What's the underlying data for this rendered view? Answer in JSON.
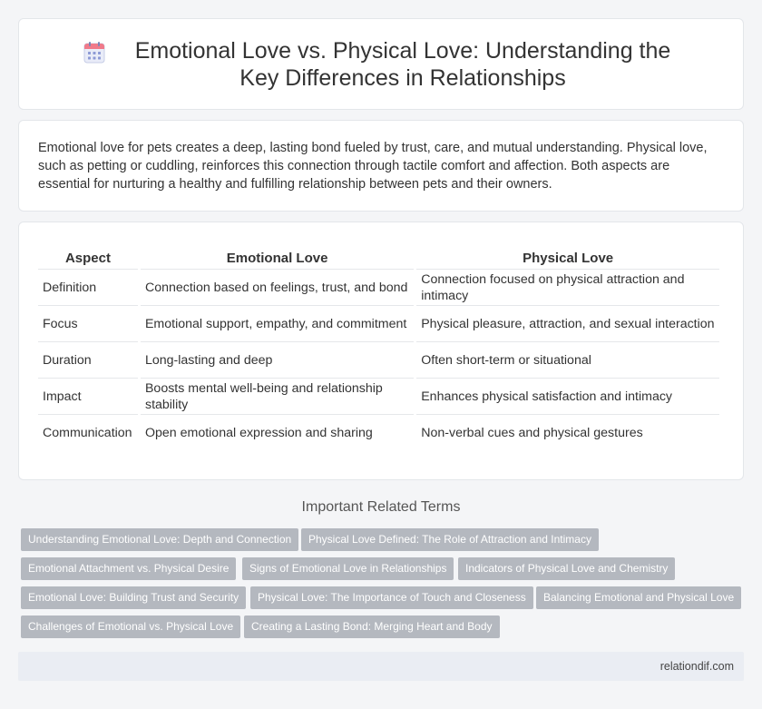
{
  "header": {
    "title": "Emotional Love vs. Physical Love: Understanding the Key Differences in Relationships",
    "icon": "calendar-icon"
  },
  "intro": {
    "text": "Emotional love for pets creates a deep, lasting bond fueled by trust, care, and mutual understanding. Physical love, such as petting or cuddling, reinforces this connection through tactile comfort and affection. Both aspects are essential for nurturing a healthy and fulfilling relationship between pets and their owners."
  },
  "table": {
    "headers": [
      "Aspect",
      "Emotional Love",
      "Physical Love"
    ],
    "rows": [
      [
        "Definition",
        "Connection based on feelings, trust, and bond",
        "Connection focused on physical attraction and intimacy"
      ],
      [
        "Focus",
        "Emotional support, empathy, and commitment",
        "Physical pleasure, attraction, and sexual interaction"
      ],
      [
        "Duration",
        "Long-lasting and deep",
        "Often short-term or situational"
      ],
      [
        "Impact",
        "Boosts mental well-being and relationship stability",
        "Enhances physical satisfaction and intimacy"
      ],
      [
        "Communication",
        "Open emotional expression and sharing",
        "Non-verbal cues and physical gestures"
      ]
    ]
  },
  "related": {
    "title": "Important Related Terms",
    "tags": [
      "Understanding Emotional Love: Depth and Connection",
      "Physical Love Defined: The Role of Attraction and Intimacy",
      "Emotional Attachment vs. Physical Desire",
      "Signs of Emotional Love in Relationships",
      "Indicators of Physical Love and Chemistry",
      "Emotional Love: Building Trust and Security",
      "Physical Love: The Importance of Touch and Closeness",
      "Balancing Emotional and Physical Love",
      "Challenges of Emotional vs. Physical Love",
      "Creating a Lasting Bond: Merging Heart and Body"
    ]
  },
  "footer": {
    "site": "relationdif.com"
  },
  "colors": {
    "tag_bg": "#b4b8bf",
    "footer_bg": "#eaedf3",
    "page_bg": "#f4f5f7"
  }
}
